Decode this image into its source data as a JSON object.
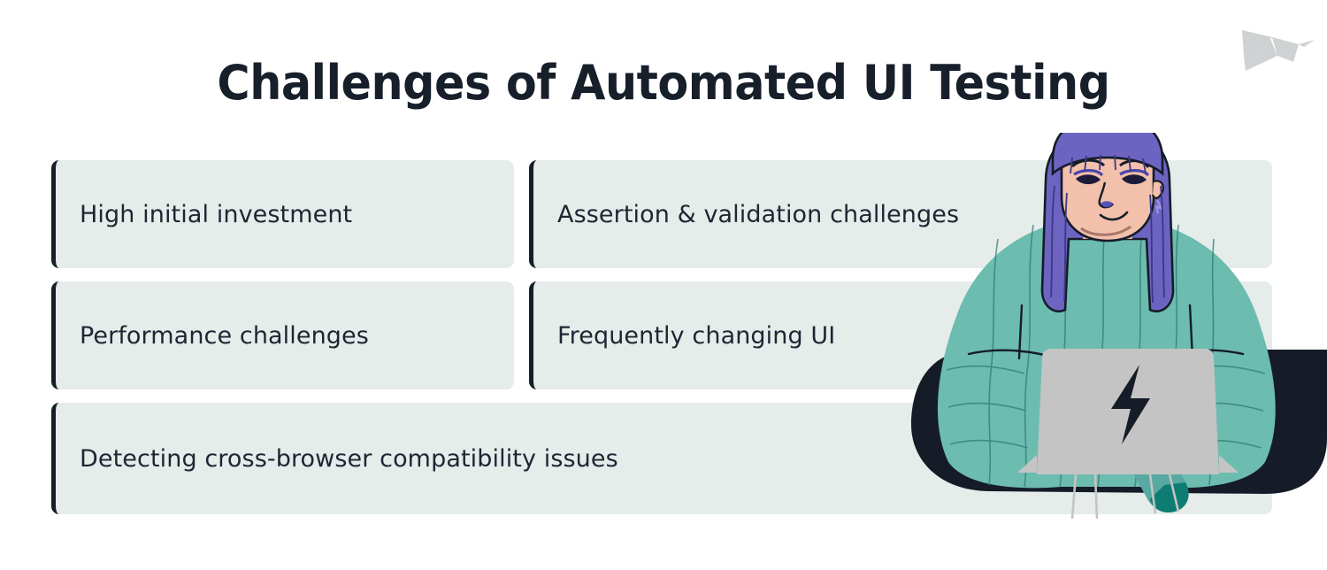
{
  "page": {
    "title": "Challenges of Automated UI Testing",
    "background_color": "#ffffff"
  },
  "logo": {
    "name": "origami-bird-logo",
    "color": "#cfd2d3"
  },
  "theme": {
    "card_background": "#e5ecea",
    "accent_bar": "#161e28",
    "text_color": "#1d2733",
    "title_color": "#171f2b",
    "sweater_teal": "#6cbcb0",
    "hair_purple": "#6d64c2",
    "skin_peach": "#f2c0ab",
    "laptop_grey": "#c4c4c4",
    "trousers_navy": "#151c27",
    "sock_teal": "#1c8b84"
  },
  "challenges": {
    "column_left": [
      {
        "id": "high-initial-investment",
        "label": "High initial investment"
      },
      {
        "id": "performance-challenges",
        "label": "Performance challenges"
      }
    ],
    "column_right": [
      {
        "id": "assertion-validation-challenges",
        "label": "Assertion & validation challenges"
      },
      {
        "id": "frequently-changing-ui",
        "label": "Frequently changing UI"
      }
    ],
    "full_width": [
      {
        "id": "cross-browser-compatibility",
        "label": "Detecting cross-browser compatibility issues"
      }
    ]
  },
  "illustration": {
    "name": "woman-with-laptop-illustration",
    "description": "Woman with purple bob hair in teal sweater sitting cross-legged with a grey laptop bearing a lightning bolt logo",
    "laptop_logo": "lightning-bolt-icon"
  }
}
